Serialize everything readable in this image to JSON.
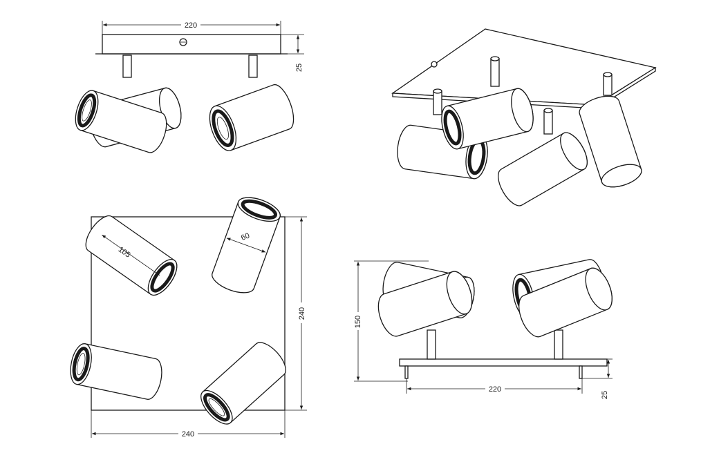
{
  "dimensions": {
    "front_width": "220",
    "front_height": "25",
    "top_width": "240",
    "top_depth": "240",
    "spot_length": "105",
    "spot_diameter": "60",
    "side_height": "150",
    "side_width": "220",
    "side_plate": "25"
  },
  "colors": {
    "line": "#1a1a1a",
    "background": "#ffffff"
  }
}
